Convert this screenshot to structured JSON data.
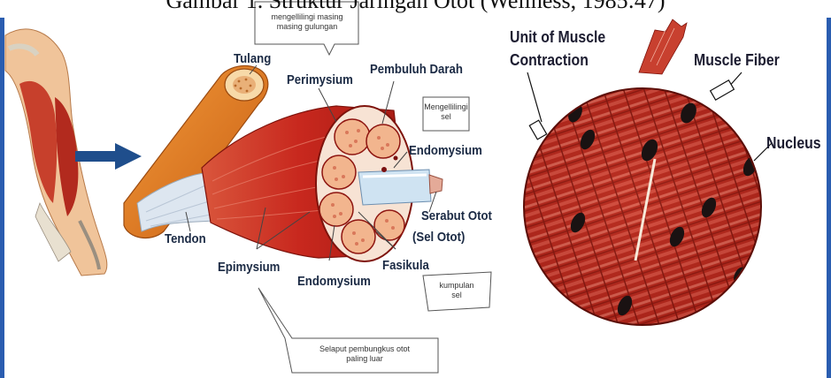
{
  "caption": "Gambar 1. Struktur Jaringan Otot (Wellness, 1985:47)",
  "labels": {
    "tulang": "Tulang",
    "perimysium": "Perimysium",
    "pembuluh_darah": "Pembuluh Darah",
    "endomysium_top": "Endomysium",
    "serabut_otot": "Serabut Otot",
    "sel_otot": "(Sel Otot)",
    "tendon": "Tendon",
    "epimysium": "Epimysium",
    "endomysium_bottom": "Endomysium",
    "fasikula": "Fasikula",
    "unit_line1": "Unit of Muscle",
    "unit_line2": "Contraction",
    "muscle_fiber": "Muscle Fiber",
    "nucleus": "Nucleus"
  },
  "notes": {
    "top_line1": "mengellilingi masing",
    "top_line2": "masing gulungan",
    "sel_line1": "Mengellilingi",
    "sel_line2": "sel",
    "kumpulan_line1": "kumpulan",
    "kumpulan_line2": "sel",
    "outer_line1": "Selaput pembungkus otot",
    "outer_line2": "paling luar"
  },
  "colors": {
    "muscle": "#c8281e",
    "muscle_dark": "#8e1510",
    "bone": "#e07a22",
    "fascicle": "#f2b58e",
    "arrow": "#1f4e8c",
    "fiber_bg": "#b3271c",
    "nucleus": "#1a1212"
  }
}
